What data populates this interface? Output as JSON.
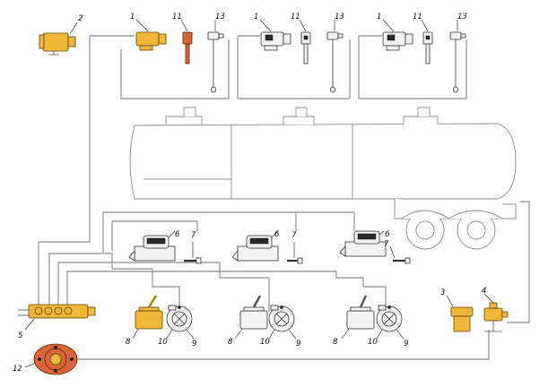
{
  "callouts": {
    "c1a": "1",
    "c1b": "1",
    "c1c": "1",
    "c2": "2",
    "c3": "3",
    "c4": "4",
    "c5": "5",
    "c6a": "6",
    "c6b": "6",
    "c6c": "6",
    "c7a": "7",
    "c7b": "7",
    "c7c": "7",
    "c8a": "8",
    "c8b": "8",
    "c8c": "8",
    "c9a": "9",
    "c9b": "9",
    "c9c": "9",
    "c10a": "10",
    "c10b": "10",
    "c10c": "10",
    "c11a": "11",
    "c11b": "11",
    "c11c": "11",
    "c12": "12",
    "c13a": "13",
    "c13b": "13",
    "c13c": "13"
  },
  "colors": {
    "component_highlight": "#f1b73a",
    "pressure_gauge": "#d9643a",
    "tank_outline": "#8a8a8a",
    "wiring": "#6e6e6e"
  }
}
